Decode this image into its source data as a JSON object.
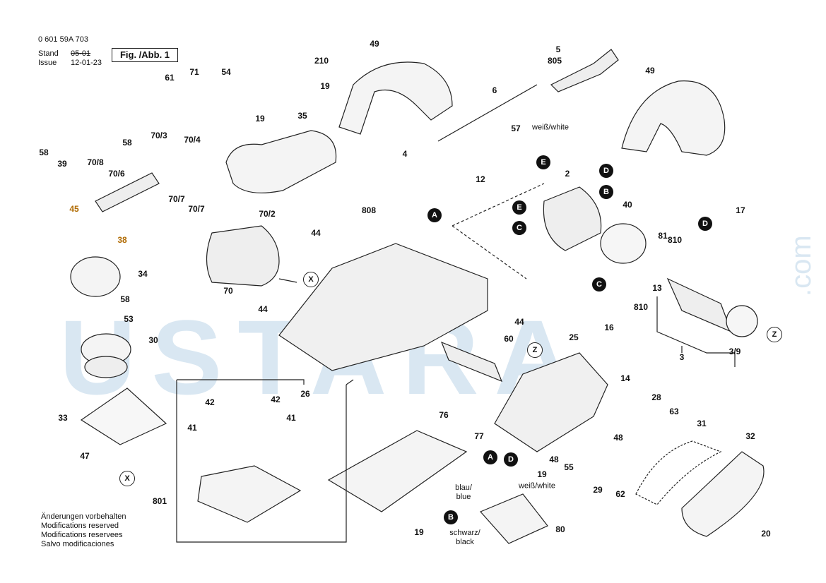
{
  "header": {
    "part_number": "0 601 59A 703",
    "stand_label": "Stand",
    "issue_label": "Issue",
    "stand_value": "05-01",
    "issue_value": "12-01-23",
    "figure_label": "Fig. /Abb. 1"
  },
  "notes": [
    "Änderungen vorbehalten",
    "Modifications reserved",
    "Modifications reservees",
    "Salvo modificaciones"
  ],
  "watermark": {
    "text": "USTARA",
    "suffix": ".com",
    "color": "#78aad2"
  },
  "colors": {
    "line": "#222222",
    "highlight": "#b06a00",
    "badge": "#111111"
  },
  "part_labels": [
    {
      "id": "210",
      "text": "210"
    },
    {
      "id": "49a",
      "text": "49"
    },
    {
      "id": "805",
      "text": "805"
    },
    {
      "id": "5",
      "text": "5"
    },
    {
      "id": "49b",
      "text": "49"
    },
    {
      "id": "61",
      "text": "61"
    },
    {
      "id": "71",
      "text": "71"
    },
    {
      "id": "54",
      "text": "54"
    },
    {
      "id": "19a",
      "text": "19"
    },
    {
      "id": "6",
      "text": "6"
    },
    {
      "id": "19b",
      "text": "19"
    },
    {
      "id": "35",
      "text": "35"
    },
    {
      "id": "57",
      "text": "57"
    },
    {
      "id": "58a",
      "text": "58"
    },
    {
      "id": "70_3",
      "text": "70/3"
    },
    {
      "id": "70_4",
      "text": "70/4"
    },
    {
      "id": "58b",
      "text": "58"
    },
    {
      "id": "39",
      "text": "39"
    },
    {
      "id": "70_8",
      "text": "70/8"
    },
    {
      "id": "70_6",
      "text": "70/6"
    },
    {
      "id": "4",
      "text": "4"
    },
    {
      "id": "2",
      "text": "2"
    },
    {
      "id": "12",
      "text": "12"
    },
    {
      "id": "45",
      "text": "45"
    },
    {
      "id": "70_7",
      "text": "70/7"
    },
    {
      "id": "70_7b",
      "text": "70/7"
    },
    {
      "id": "808",
      "text": "808"
    },
    {
      "id": "40",
      "text": "40"
    },
    {
      "id": "17",
      "text": "17"
    },
    {
      "id": "38",
      "text": "38"
    },
    {
      "id": "70_2",
      "text": "70/2"
    },
    {
      "id": "44a",
      "text": "44"
    },
    {
      "id": "81",
      "text": "81"
    },
    {
      "id": "810a",
      "text": "810"
    },
    {
      "id": "34",
      "text": "34"
    },
    {
      "id": "70",
      "text": "70"
    },
    {
      "id": "13",
      "text": "13"
    },
    {
      "id": "58c",
      "text": "58"
    },
    {
      "id": "44b",
      "text": "44"
    },
    {
      "id": "810b",
      "text": "810"
    },
    {
      "id": "53",
      "text": "53"
    },
    {
      "id": "44c",
      "text": "44"
    },
    {
      "id": "16",
      "text": "16"
    },
    {
      "id": "30",
      "text": "30"
    },
    {
      "id": "60",
      "text": "60"
    },
    {
      "id": "25",
      "text": "25"
    },
    {
      "id": "3",
      "text": "3"
    },
    {
      "id": "3_9",
      "text": "3/9"
    },
    {
      "id": "26",
      "text": "26"
    },
    {
      "id": "14",
      "text": "14"
    },
    {
      "id": "42a",
      "text": "42"
    },
    {
      "id": "42b",
      "text": "42"
    },
    {
      "id": "28",
      "text": "28"
    },
    {
      "id": "33",
      "text": "33"
    },
    {
      "id": "41a",
      "text": "41"
    },
    {
      "id": "41b",
      "text": "41"
    },
    {
      "id": "76",
      "text": "76"
    },
    {
      "id": "63",
      "text": "63"
    },
    {
      "id": "31",
      "text": "31"
    },
    {
      "id": "77",
      "text": "77"
    },
    {
      "id": "48a",
      "text": "48"
    },
    {
      "id": "32",
      "text": "32"
    },
    {
      "id": "47",
      "text": "47"
    },
    {
      "id": "48b",
      "text": "48"
    },
    {
      "id": "55",
      "text": "55"
    },
    {
      "id": "19c",
      "text": "19"
    },
    {
      "id": "29",
      "text": "29"
    },
    {
      "id": "62",
      "text": "62"
    },
    {
      "id": "801",
      "text": "801"
    },
    {
      "id": "80",
      "text": "80"
    },
    {
      "id": "19d",
      "text": "19"
    },
    {
      "id": "20",
      "text": "20"
    }
  ],
  "connectors": [
    {
      "id": "D1",
      "text": "D"
    },
    {
      "id": "B1",
      "text": "B"
    },
    {
      "id": "E1",
      "text": "E"
    },
    {
      "id": "E2",
      "text": "E"
    },
    {
      "id": "C1",
      "text": "C"
    },
    {
      "id": "A1",
      "text": "A"
    },
    {
      "id": "D2",
      "text": "D"
    },
    {
      "id": "C2",
      "text": "C"
    },
    {
      "id": "A2",
      "text": "A"
    },
    {
      "id": "D3",
      "text": "D"
    },
    {
      "id": "B2",
      "text": "B"
    }
  ],
  "ref_markers": [
    {
      "id": "X1",
      "text": "X"
    },
    {
      "id": "X2",
      "text": "X"
    },
    {
      "id": "Z1",
      "text": "Z"
    },
    {
      "id": "Z2",
      "text": "Z"
    }
  ],
  "wire_labels": {
    "w57": "weiß/white",
    "w_blue": "blau/\nblue",
    "w_white": "weiß/white",
    "w_black": "schwarz/\nblack"
  }
}
